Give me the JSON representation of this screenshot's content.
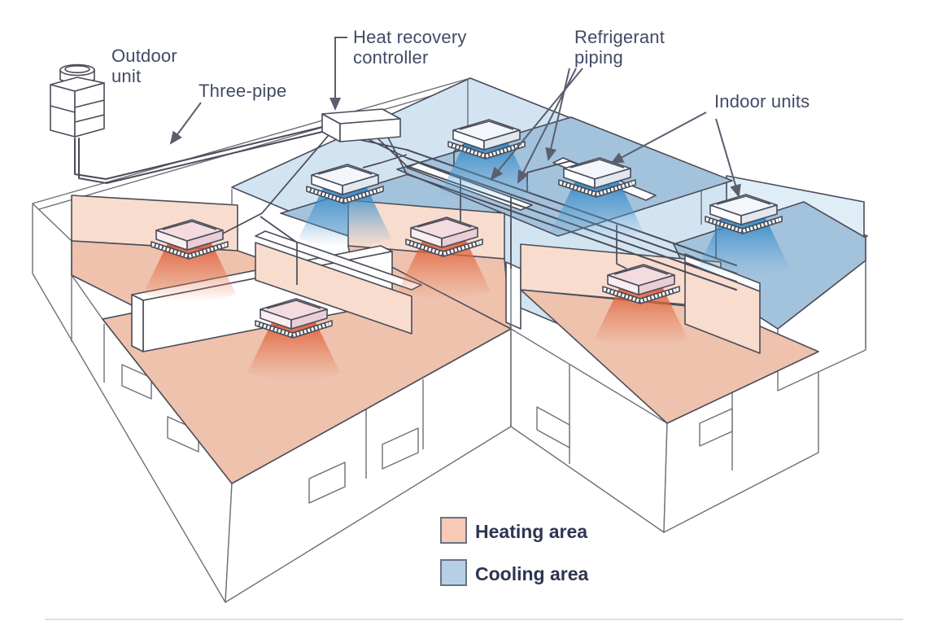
{
  "labels": {
    "outdoor_unit_line1": "Outdoor",
    "outdoor_unit_line2": "unit",
    "three_pipe": "Three-pipe",
    "heat_recovery_line1": "Heat recovery",
    "heat_recovery_line2": "controller",
    "refrigerant_line1": "Refrigerant",
    "refrigerant_line2": "piping",
    "indoor_units": "Indoor units"
  },
  "legend": {
    "items": [
      {
        "name": "heating",
        "label": "Heating area",
        "color": "#f6cab5"
      },
      {
        "name": "cooling",
        "label": "Cooling area",
        "color": "#b5d0e6"
      }
    ]
  },
  "colors": {
    "heating_floor": "#eec2ad",
    "heating_wall": "#f8dcce",
    "cooling_floor": "#a3c2dc",
    "cooling_deck": "#d2e4f2",
    "warm_air": "#dd5a35",
    "cool_air": "#2d85c5",
    "line": "#4a4c58",
    "wire": "#6e7078",
    "label_text": "#424a66",
    "legend_text": "#2f3550"
  },
  "counts": {
    "outdoor_units": 1,
    "indoor_units_total": 8,
    "indoor_units_heating": 4,
    "indoor_units_cooling": 4,
    "heat_recovery_controllers": 1
  }
}
